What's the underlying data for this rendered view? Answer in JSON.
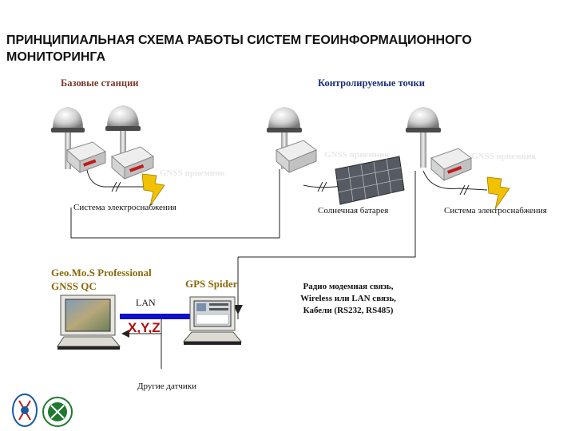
{
  "title": "ПРИНЦИПИАЛЬНАЯ СХЕМА РАБОТЫ СИСТЕМ ГЕОИНФОРМАЦИОННОГО МОНИТОРИНГА",
  "headers": {
    "base_stations": "Базовые станции",
    "monitored_points": "Контролируемые точки"
  },
  "gnss_receiver_labels": [
    "GNSS приемник",
    "GNSS приемник",
    "GNSS приемник"
  ],
  "power_supply_left": "Система электроснабжения",
  "solar_battery": "Солнечная батарея",
  "power_supply_right": "Система электроснабжения",
  "software_left": "Geo.Mo.S Professional\nGNSS QC",
  "software_right": "GPS Spider",
  "lan_label": "LAN",
  "xyz_label": "X,Y,Z",
  "radio_text": "Радио модемная связь,\nWireless или LAN связь,\nКабели (RS232, RS485)",
  "other_sensors": "Другие датчики",
  "colors": {
    "header_brown": "#7a3a2a",
    "header_blue": "#1a2f7a",
    "software_gold": "#8a6a0a",
    "xyz_red": "#b01010",
    "lan_bar": "#1010c8"
  },
  "icons": [
    "gnss-antenna-icon",
    "receiver-icon",
    "lightning-icon",
    "solar-panel-icon",
    "computer-icon",
    "logo-icon"
  ]
}
